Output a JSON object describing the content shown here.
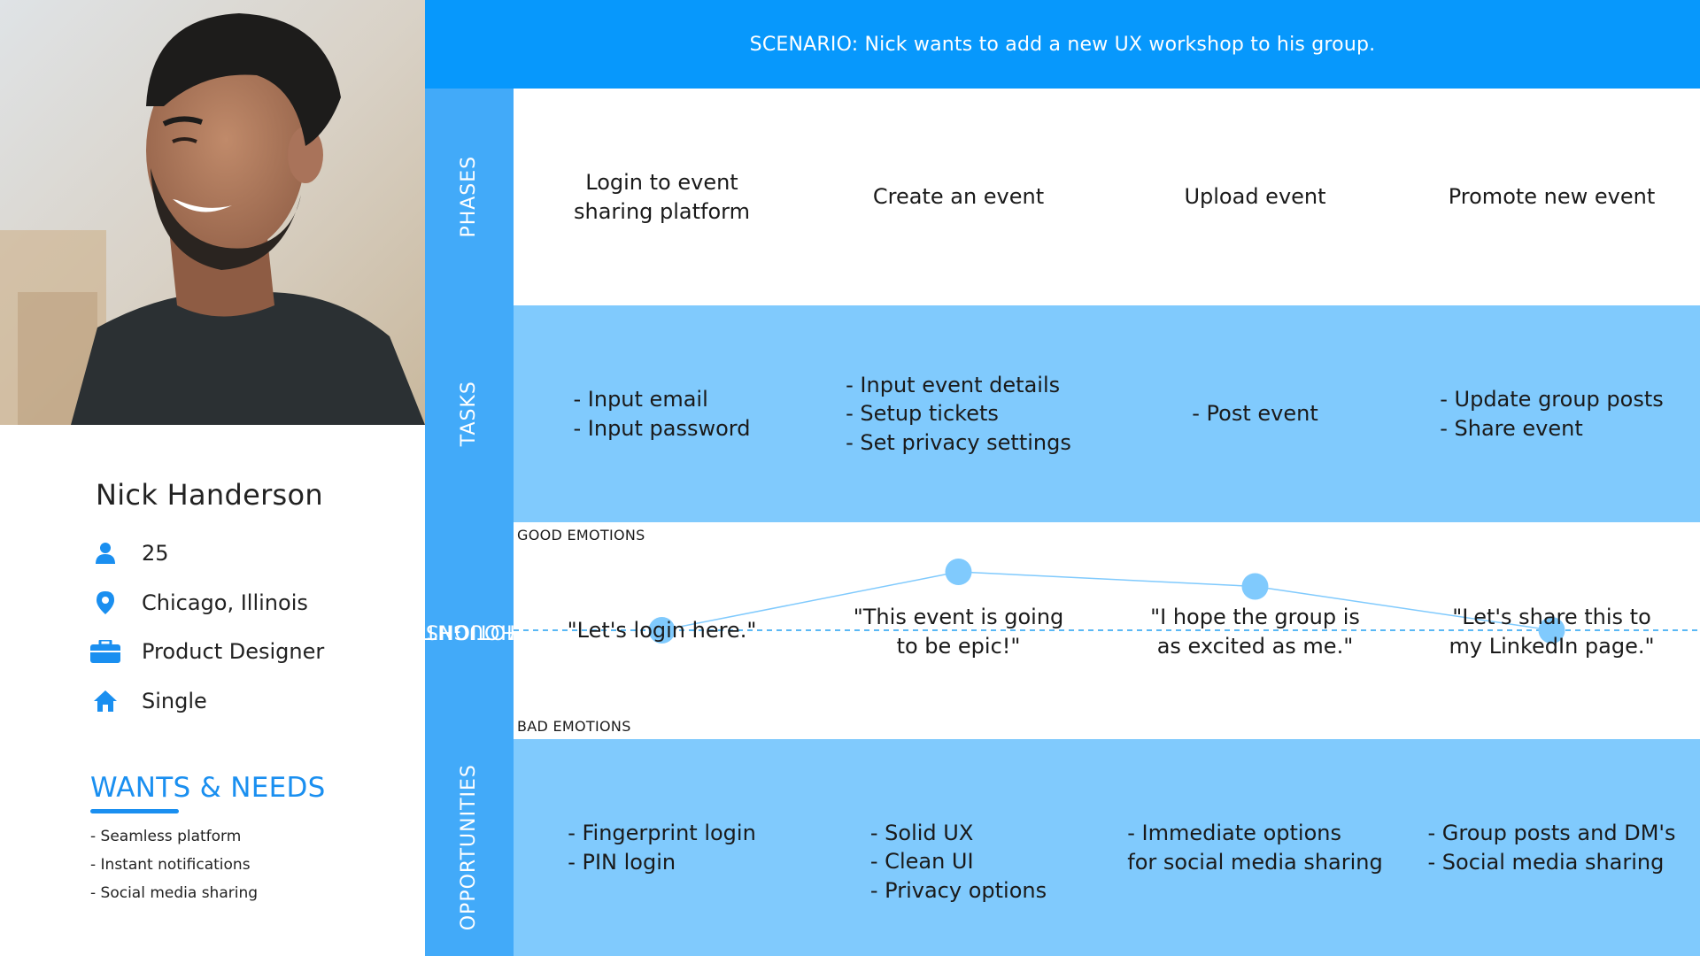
{
  "persona": {
    "name": "Nick Handerson",
    "details": [
      {
        "icon": "user-icon",
        "value": "25"
      },
      {
        "icon": "location-pin-icon",
        "value": "Chicago, Illinois"
      },
      {
        "icon": "briefcase-icon",
        "value": "Product Designer"
      },
      {
        "icon": "home-icon",
        "value": "Single"
      }
    ],
    "wants_title": "WANTS & NEEDS",
    "wants": [
      "- Seamless platform",
      "- Instant notifications",
      "- Social media sharing"
    ]
  },
  "scenario": "SCENARIO: Nick wants to add a new UX workshop to his group.",
  "row_labels": {
    "phases": "PHASES",
    "tasks": "TASKS",
    "thoughts_line1": "THOUGHTS &",
    "thoughts_line2": "EMOTIONS",
    "opportunities": "OPPORTUNITIES"
  },
  "phases": [
    {
      "line1": "Login to event",
      "line2": "sharing platform"
    },
    {
      "line1": "Create an event",
      "line2": ""
    },
    {
      "line1": "Upload event",
      "line2": ""
    },
    {
      "line1": "Promote new event",
      "line2": ""
    }
  ],
  "tasks": [
    [
      "- Input email",
      "- Input password"
    ],
    [
      "- Input event details",
      "- Setup tickets",
      "- Set privacy settings"
    ],
    [
      "- Post event"
    ],
    [
      "- Update group posts",
      "- Share event"
    ]
  ],
  "emotions": {
    "good_label": "GOOD EMOTIONS",
    "bad_label": "BAD EMOTIONS",
    "quotes": [
      [
        "\"Let's login here.\""
      ],
      [
        "\"This event is going",
        "to be epic!\""
      ],
      [
        "\"I hope the group is",
        "as excited as me.\""
      ],
      [
        "\"Let's share this to",
        "my LinkedIn page.\""
      ]
    ],
    "levels": [
      0.0,
      0.6,
      0.45,
      0.0
    ]
  },
  "opportunities": [
    [
      "- Fingerprint login",
      "- PIN login"
    ],
    [
      "- Solid UX",
      "- Clean UI",
      "- Privacy options"
    ],
    [
      "- Immediate options",
      "for social media sharing"
    ],
    [
      "- Group posts and DM's",
      "- Social media sharing"
    ]
  ],
  "colors": {
    "scenario_bar": "#0798fc",
    "sidebar": "#42aaf9",
    "light_row": "#80cafd",
    "accent": "#1a8ff0",
    "emotion_dot": "#80cafd",
    "neutral_line": "#5ab8f5"
  }
}
